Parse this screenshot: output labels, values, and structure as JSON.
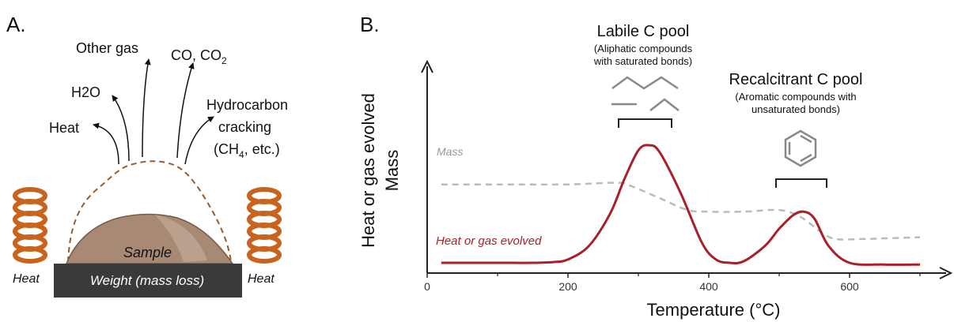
{
  "panel_a": {
    "label": "A.",
    "gas_labels": {
      "other_gas": "Other gas",
      "co_co2": "CO, CO",
      "co2_sub": "2",
      "h2o": "H2O",
      "hydrocarbon": "Hydrocarbon",
      "cracking": "cracking",
      "ch4_pre": "(CH",
      "ch4_sub": "4",
      "ch4_post": ", etc.)",
      "heat": "Heat"
    },
    "sample_label": "Sample",
    "weight_label": "Weight (mass loss)",
    "heat_left": "Heat",
    "heat_right": "Heat",
    "colors": {
      "coil": "#c8641e",
      "sample": "#a88a74",
      "plate": "#3a3a3a",
      "dash": "#9a5a2a"
    }
  },
  "panel_b": {
    "label": "B.",
    "labile": {
      "title": "Labile C pool",
      "sub1": "(Aliphatic compounds",
      "sub2": "with saturated bonds)"
    },
    "recalcitrant": {
      "title": "Recalcitrant C pool",
      "sub1": "(Aromatic compounds with",
      "sub2": "unsaturated bonds)"
    },
    "mass_series_label": "Mass",
    "heat_series_label": "Heat or gas evolved",
    "colors": {
      "heat": "#a8202a",
      "mass": "#bbbbbb",
      "axis": "#222222"
    }
  },
  "chart_data": {
    "type": "line",
    "xlabel": "Temperature (°C)",
    "ylabel_line1": "Heat or gas evolved",
    "ylabel_line2": "Mass",
    "xlim": [
      0,
      740
    ],
    "ylim": [
      0,
      1
    ],
    "x_ticks": [
      0,
      200,
      400,
      600
    ],
    "x_minor_ticks": [
      100,
      300,
      500,
      700
    ],
    "series": [
      {
        "name": "Mass",
        "style": "dashed",
        "x": [
          20,
          100,
          200,
          270,
          290,
          330,
          370,
          400,
          450,
          500,
          530,
          560,
          580,
          620,
          700
        ],
        "y": [
          0.52,
          0.52,
          0.52,
          0.53,
          0.51,
          0.44,
          0.37,
          0.36,
          0.36,
          0.37,
          0.33,
          0.24,
          0.2,
          0.2,
          0.21
        ]
      },
      {
        "name": "Heat or gas evolved",
        "style": "solid",
        "x": [
          20,
          100,
          150,
          180,
          200,
          230,
          260,
          280,
          300,
          315,
          330,
          360,
          390,
          410,
          430,
          450,
          480,
          500,
          520,
          535,
          550,
          570,
          600,
          650,
          700
        ],
        "y": [
          0.06,
          0.06,
          0.06,
          0.065,
          0.08,
          0.16,
          0.35,
          0.55,
          0.72,
          0.75,
          0.71,
          0.47,
          0.18,
          0.08,
          0.06,
          0.07,
          0.16,
          0.26,
          0.34,
          0.36,
          0.32,
          0.16,
          0.06,
          0.05,
          0.05
        ]
      }
    ]
  }
}
